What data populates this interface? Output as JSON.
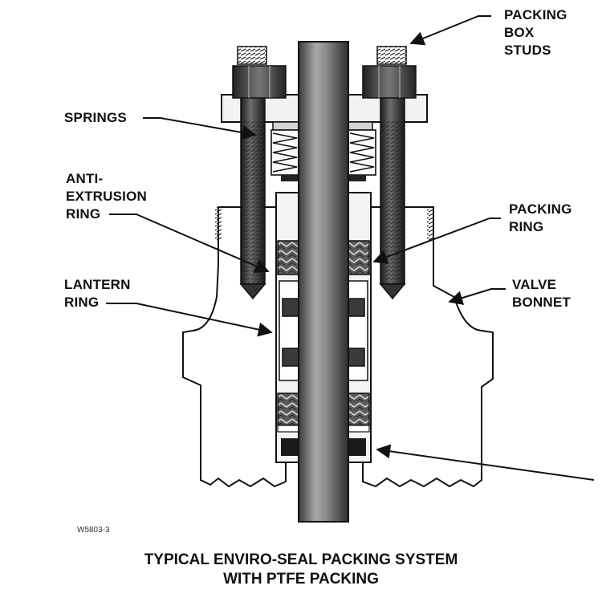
{
  "labels": {
    "packing_box_studs": [
      "PACKING",
      "BOX",
      "STUDS"
    ],
    "springs": [
      "SPRINGS"
    ],
    "anti_extrusion_ring": [
      "ANTI-",
      "EXTRUSION",
      "RING"
    ],
    "packing_ring": [
      "PACKING",
      "RING"
    ],
    "lantern_ring": [
      "LANTERN",
      "RING"
    ],
    "valve_bonnet": [
      "VALVE",
      "BONNET"
    ]
  },
  "drawing_id": "W5803-3",
  "caption": [
    "TYPICAL ENVIRO-SEAL PACKING SYSTEM",
    "WITH PTFE PACKING"
  ]
}
